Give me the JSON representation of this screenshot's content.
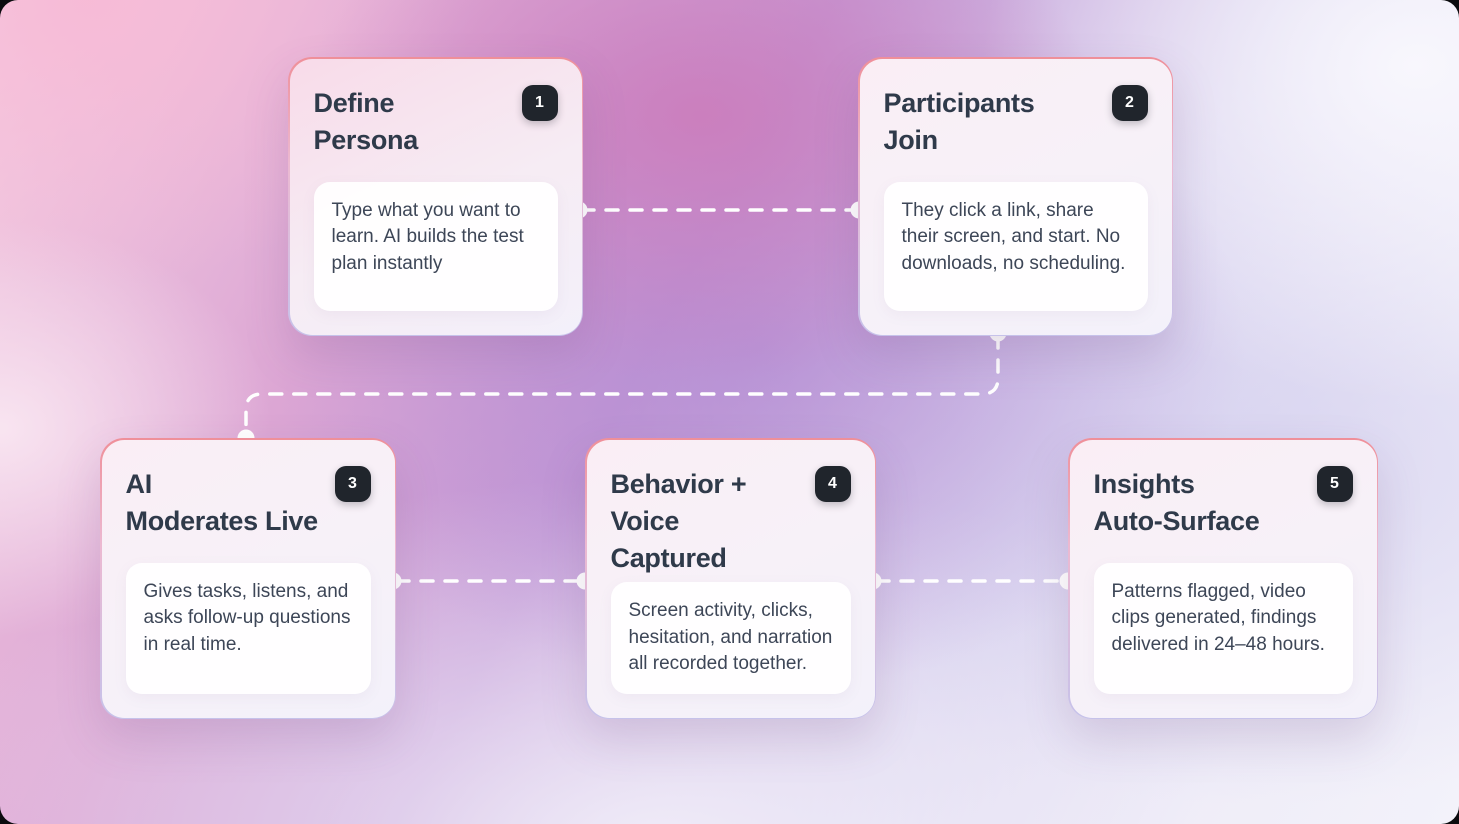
{
  "page": {
    "description": "Five-step how-it-works flow diagram"
  },
  "colors": {
    "badge_bg": "#20252c",
    "badge_text": "#ffffff",
    "title_text": "#2f3a4a",
    "body_text": "#3d4657",
    "connector": "#ffffff",
    "card_border_top": "#ef8f99",
    "card_border_bottom": "#c6c2ea",
    "bg_pink": "#f6cfe2",
    "bg_orchid": "#cc7cbb",
    "bg_purple": "#b189d2",
    "bg_lavender": "#f3f2fa"
  },
  "cards": [
    {
      "number": "1",
      "title_line1": "Define",
      "title_line2": "Persona",
      "body": "Type what you want to learn. AI builds the test plan instantly"
    },
    {
      "number": "2",
      "title_line1": "Participants",
      "title_line2": "Join",
      "body": "They click a link, share their screen, and start. No downloads, no scheduling."
    },
    {
      "number": "3",
      "title_line1": "AI",
      "title_line2": "Moderates Live",
      "body": "Gives tasks, listens, and asks follow-up questions in real time."
    },
    {
      "number": "4",
      "title_line1": "Behavior +",
      "title_line2": "Voice Captured",
      "body": "Screen activity, clicks, hesitation, and narration all recorded together."
    },
    {
      "number": "5",
      "title_line1": "Insights",
      "title_line2": "Auto-Surface",
      "body": "Patterns flagged, video clips generated, findings delivered in 24–48 hours."
    }
  ]
}
